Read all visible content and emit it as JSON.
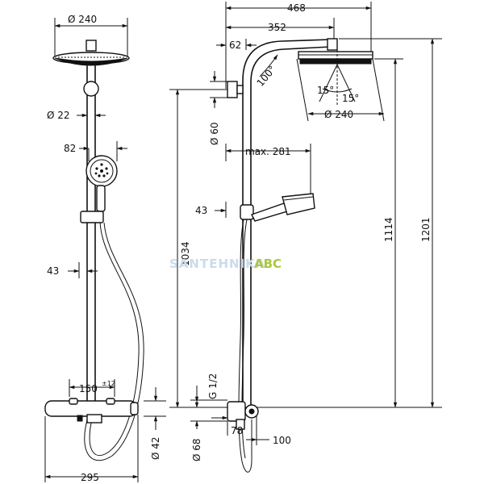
{
  "left_view": {
    "head_diameter": "Ø 240",
    "pipe_diameter": "Ø 22",
    "hand_shower_offset": "82",
    "rail_offset": "43",
    "thermostat_spacing": "150",
    "thermostat_tolerance": "±12",
    "thermostat_depth": "Ø 42",
    "total_width": "295"
  },
  "right_view": {
    "total_reach": "468",
    "arm_reach": "352",
    "arm_offset": "62",
    "arm_angle": "100°",
    "head_tilt_left": "15°",
    "head_tilt_right": "15°",
    "head_diameter": "Ø 240",
    "wall_bracket": "Ø 60",
    "hand_shower_reach": "max. 281",
    "rail_offset": "43",
    "bracket_height": "1034",
    "head_height": "1114",
    "total_height": "1201",
    "thread": "G 1/2",
    "connection_diameter": "Ø 68",
    "connection_offset": "78",
    "outlet_offset": "100"
  },
  "watermark": {
    "text": "SANTEHNIKA",
    "brand": "ABC"
  }
}
